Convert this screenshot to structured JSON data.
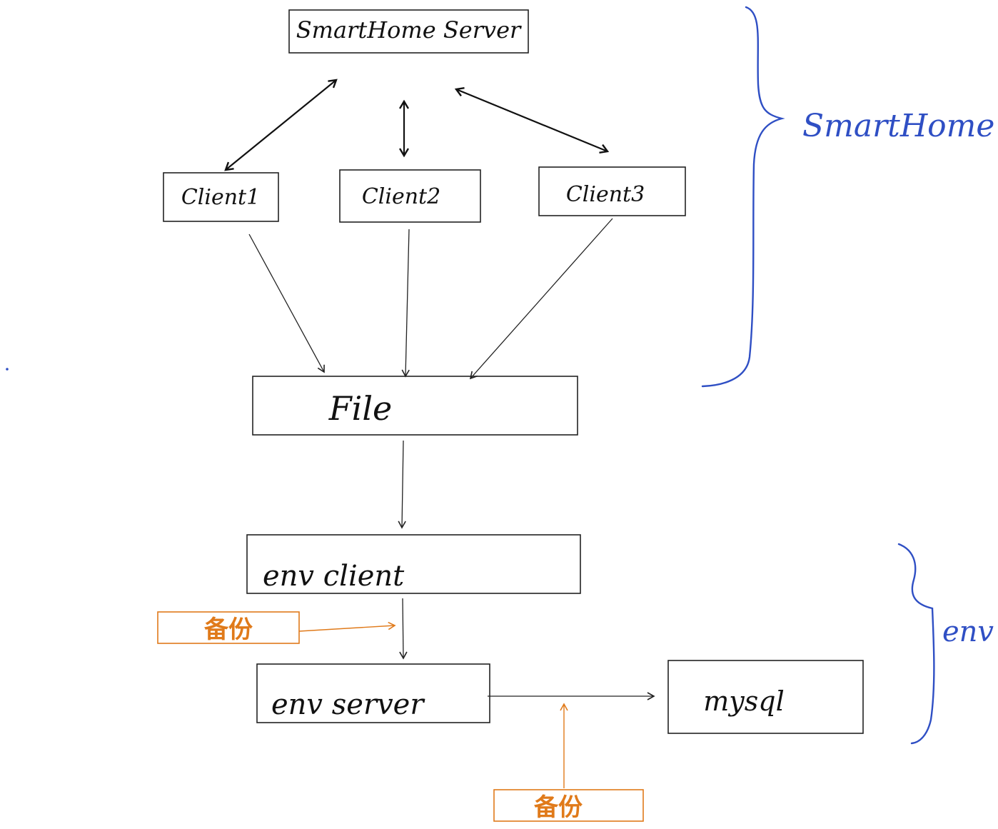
{
  "nodes": {
    "smarthome_server": "SmartHome Server",
    "client1": "Client1",
    "client2": "Client2",
    "client3": "Client3",
    "file": "File",
    "env_client": "env client",
    "env_server": "env server",
    "mysql": "mysql"
  },
  "notes": {
    "backup_1": "备份",
    "backup_2": "备份"
  },
  "groups": {
    "smart_home": "SmartHome",
    "env": "env"
  },
  "colors": {
    "ink": "#222222",
    "brace": "#2f4fc4",
    "note": "#e07a1a",
    "background": "#ffffff"
  }
}
